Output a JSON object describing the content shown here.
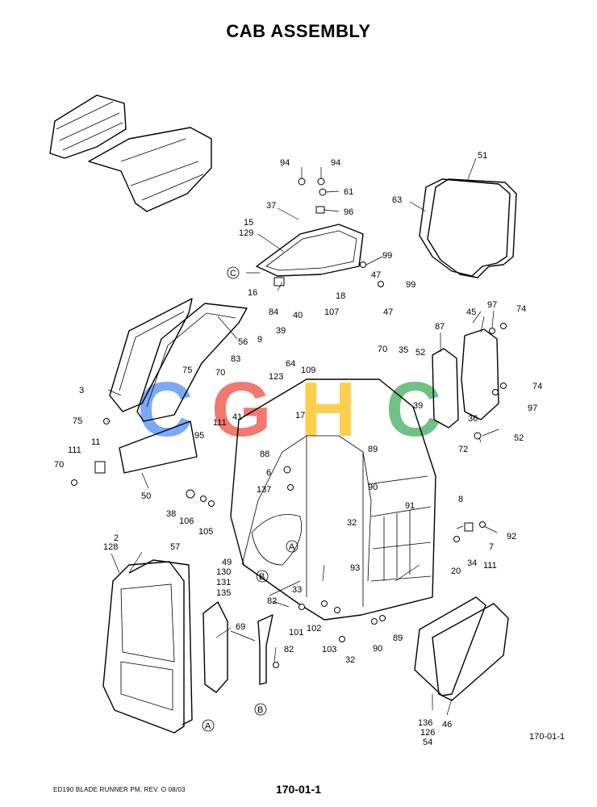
{
  "title": "CAB ASSEMBLY",
  "figure_id": "170-01-1",
  "footer": {
    "manual": "ED190 BLADE RUNNER PM, REV. O 08/03",
    "page": "170-01-1"
  },
  "watermark": {
    "letters": [
      "C",
      "G",
      "H",
      "C"
    ],
    "colors": [
      "#4285f4",
      "#ea4335",
      "#fbbc05",
      "#34a853"
    ]
  },
  "callouts": [
    "94",
    "94",
    "61",
    "96",
    "37",
    "15",
    "129",
    "51",
    "63",
    "99",
    "47",
    "99",
    "47",
    "C",
    "16",
    "84",
    "40",
    "107",
    "18",
    "97",
    "74",
    "45",
    "87",
    "39",
    "9",
    "83",
    "64",
    "109",
    "70",
    "35",
    "52",
    "3",
    "56",
    "75",
    "70",
    "123",
    "41",
    "111",
    "17",
    "39",
    "74",
    "97",
    "75",
    "95",
    "36",
    "52",
    "72",
    "111",
    "11",
    "70",
    "50",
    "88",
    "6",
    "137",
    "89",
    "90",
    "91",
    "38",
    "106",
    "105",
    "32",
    "8",
    "92",
    "7",
    "20",
    "34",
    "111",
    "2",
    "128",
    "57",
    "49",
    "130",
    "131",
    "135",
    "A",
    "B",
    "33",
    "93",
    "82",
    "101",
    "102",
    "103",
    "32",
    "90",
    "89",
    "69",
    "82",
    "136",
    "126",
    "54",
    "46",
    "B",
    "A"
  ]
}
